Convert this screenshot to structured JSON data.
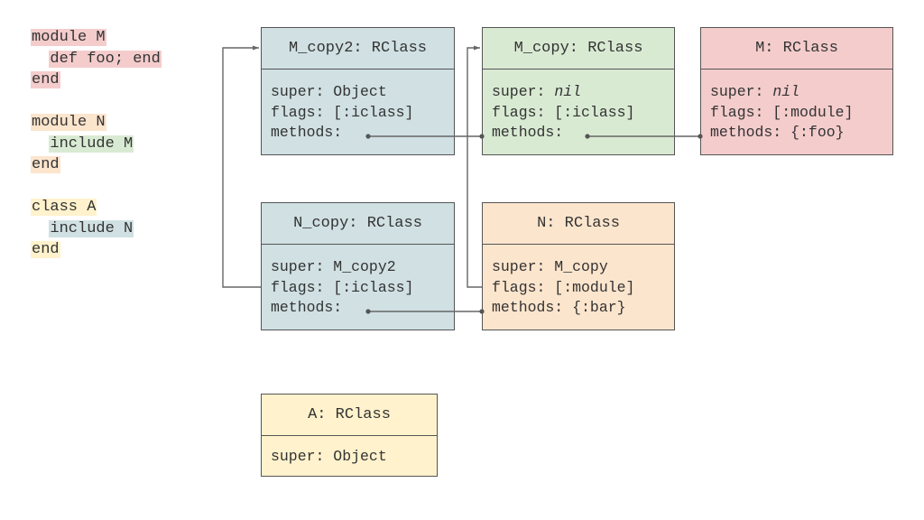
{
  "colors": {
    "red": "#f4cccc",
    "orange": "#fce5cd",
    "yellow": "#fff2cc",
    "green": "#d9ead3",
    "blue": "#d0e0e3",
    "line": "#555555"
  },
  "code": {
    "m_module": "module M",
    "m_def": "def foo; end",
    "m_end": "end",
    "n_module": "module N",
    "n_include": "include M",
    "n_end": "end",
    "a_class": "class A",
    "a_include": "include N",
    "a_end": "end"
  },
  "boxes": {
    "m_copy2": {
      "title": "M_copy2: RClass",
      "super_label": "super: Object",
      "flags": "flags: [:iclass]",
      "methods": "methods:"
    },
    "m_copy": {
      "title": "M_copy: RClass",
      "super_label": "super: ",
      "super_value": "nil",
      "flags": "flags: [:iclass]",
      "methods": "methods:"
    },
    "m": {
      "title": "M: RClass",
      "super_label": "super: ",
      "super_value": "nil",
      "flags": "flags: [:module]",
      "methods": "methods: {:foo}"
    },
    "n_copy": {
      "title": "N_copy: RClass",
      "super_label": "super: M_copy2",
      "flags": "flags: [:iclass]",
      "methods": "methods:"
    },
    "n": {
      "title": "N: RClass",
      "super_label": "super: M_copy",
      "flags": "flags: [:module]",
      "methods": "methods: {:bar}"
    },
    "a": {
      "title": "A: RClass",
      "super_label": "super: Object"
    }
  }
}
